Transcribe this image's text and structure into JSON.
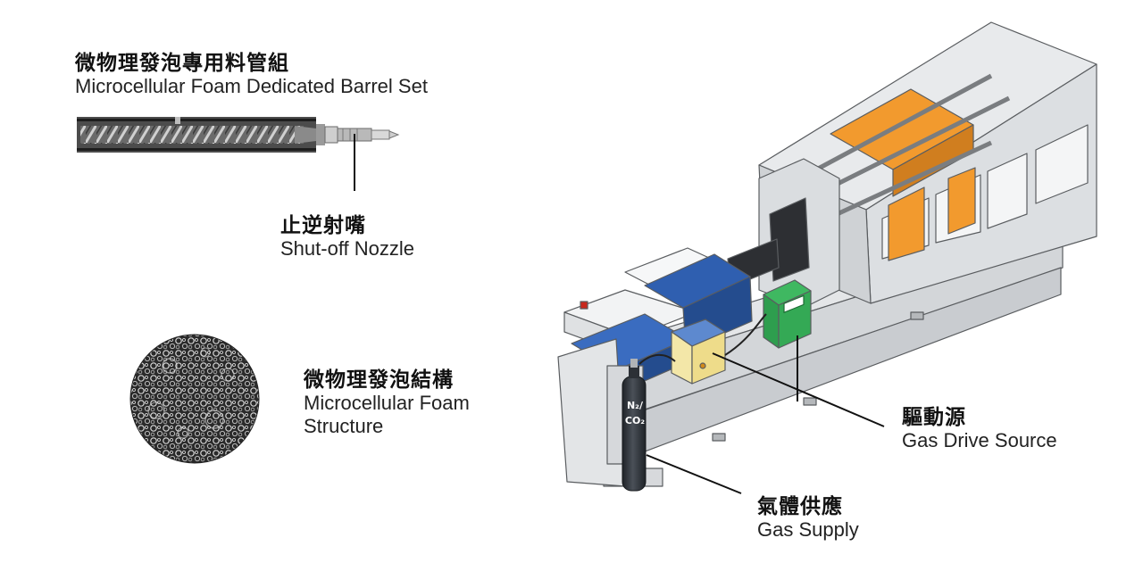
{
  "labels": {
    "barrel": {
      "zh": "微物理發泡專用料管組",
      "en": "Microcellular Foam Dedicated Barrel Set"
    },
    "nozzle": {
      "zh": "止逆射嘴",
      "en": "Shut-off Nozzle"
    },
    "structure": {
      "zh": "微物理發泡結構",
      "en_line1": "Microcellular Foam",
      "en_line2": "Structure"
    },
    "drive": {
      "zh": "驅動源",
      "en": "Gas Drive Source"
    },
    "supply": {
      "zh": "氣體供應",
      "en": "Gas Supply"
    }
  },
  "cylinder": {
    "line1": "N₂/",
    "line2": "CO₂"
  },
  "colors": {
    "machine_frame": "#e4e6e8",
    "machine_outline": "#5a5d60",
    "mold_orange": "#f29a2e",
    "injection_blue": "#2f5fb0",
    "gas_box_green": "#2e9e4e",
    "gas_unit_yellow": "#f3e7a8",
    "cylinder_dark": "#2c3036",
    "leader_line": "#111111"
  }
}
